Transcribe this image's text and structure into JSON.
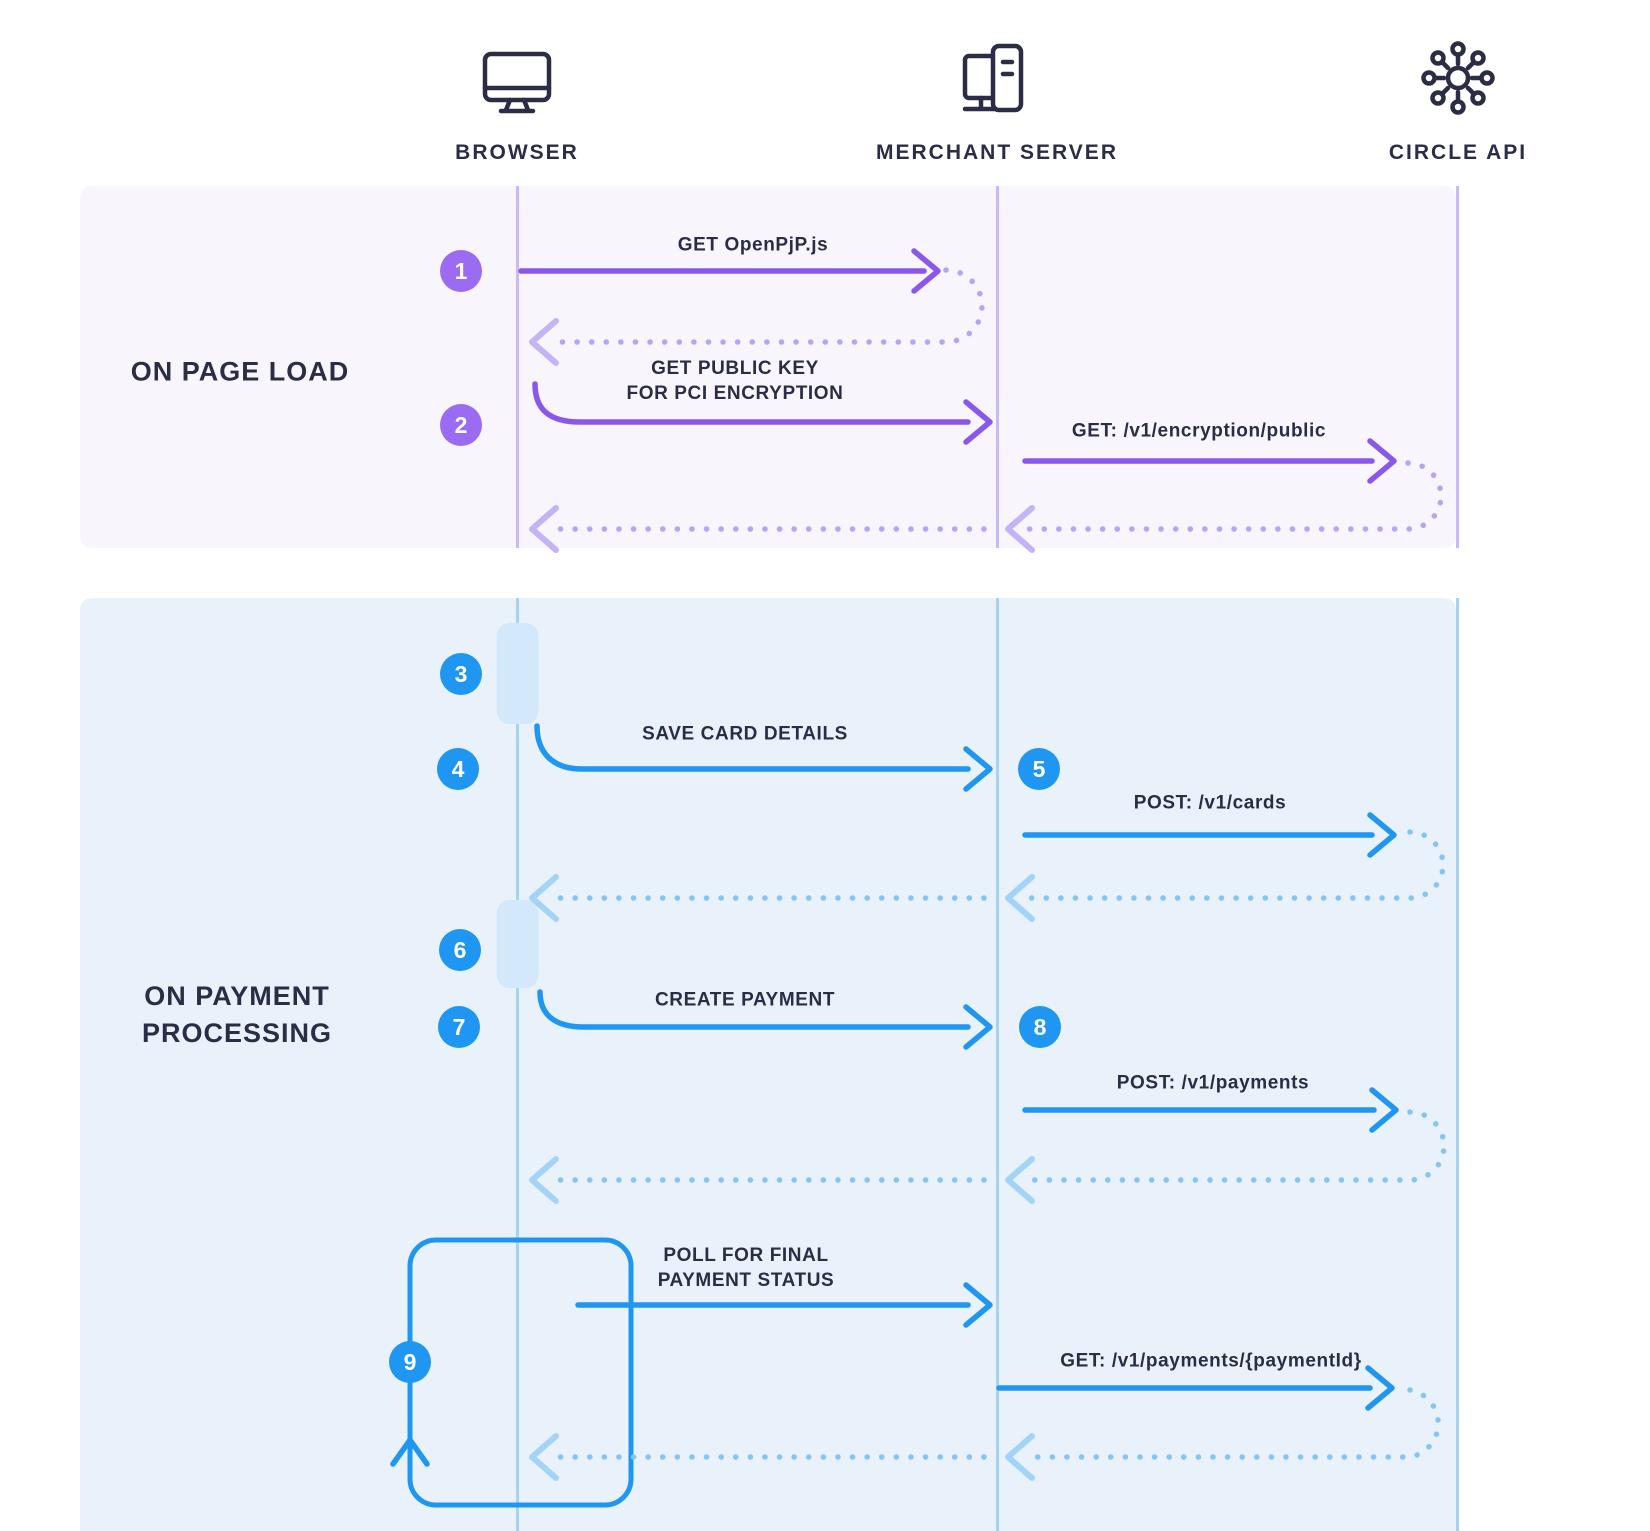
{
  "actors": [
    {
      "name": "BROWSER",
      "icon": "monitor-icon"
    },
    {
      "name": "MERCHANT SERVER",
      "icon": "server-icon"
    },
    {
      "name": "CIRCLE API",
      "icon": "network-hub-icon"
    }
  ],
  "sections": [
    {
      "label": "ON PAGE LOAD",
      "line1": "ON PAGE LOAD",
      "line2": ""
    },
    {
      "label": "ON PAYMENT PROCESSING",
      "line1": "ON PAYMENT",
      "line2": "PROCESSING"
    }
  ],
  "steps": [
    "1",
    "2",
    "3",
    "4",
    "5",
    "6",
    "7",
    "8",
    "9"
  ],
  "messages": {
    "get_openpjp": {
      "step": "1",
      "from": "Browser",
      "to": "Merchant Server",
      "label": "GET OpenPjP.js"
    },
    "get_public_key": {
      "step": "2",
      "from": "Browser",
      "to": "Merchant Server",
      "line1": "GET PUBLIC KEY",
      "line2": "FOR PCI ENCRYPTION"
    },
    "get_encryption_public": {
      "from": "Merchant Server",
      "to": "Circle API",
      "label": "GET: /v1/encryption/public"
    },
    "save_card_details": {
      "step": "4",
      "from": "Browser",
      "to": "Merchant Server",
      "label": "SAVE CARD DETAILS"
    },
    "post_cards": {
      "step": "5",
      "from": "Merchant Server",
      "to": "Circle API",
      "label": "POST: /v1/cards"
    },
    "create_payment": {
      "step": "7",
      "from": "Browser",
      "to": "Merchant Server",
      "label": "CREATE PAYMENT"
    },
    "post_payments": {
      "step": "8",
      "from": "Merchant Server",
      "to": "Circle API",
      "label": "POST: /v1/payments"
    },
    "poll_payment_status": {
      "step": "9",
      "from": "Browser",
      "to": "Merchant Server",
      "line1": "POLL FOR FINAL",
      "line2": "PAYMENT STATUS"
    },
    "get_payment_by_id": {
      "from": "Merchant Server",
      "to": "Circle API",
      "label": "GET: /v1/payments/{paymentId}"
    }
  },
  "colors": {
    "ink": "#2a2d45",
    "purple_accent": "#8a57ee",
    "purple_light": "#b9a4f2",
    "blue_accent": "#1e96f2",
    "blue_light": "#85c5f4",
    "page_load_panel_bg": "#f8f5fc",
    "payment_panel_bg": "#e9f2fb",
    "activation_bar": "#d3e8fb"
  }
}
